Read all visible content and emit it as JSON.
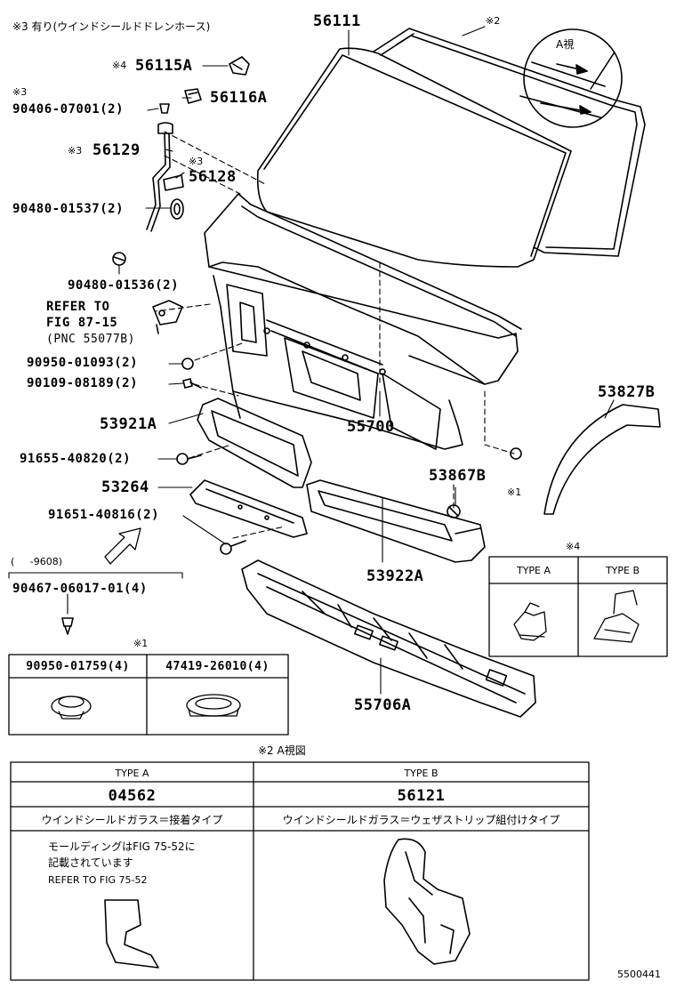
{
  "header_note": "※3 有り(ウインドシールドドレンホース)",
  "callouts": {
    "p56111": "56111",
    "note2": "※2",
    "view_a": "A視",
    "p56115A_mark": "※4",
    "p56115A": "56115A",
    "p56116A": "56116A",
    "p90406_mark": "※3",
    "p90406": "90406-07001(2)",
    "p56129_mark": "※3",
    "p56129": "56129",
    "p56128_mark": "※3",
    "p56128": "56128",
    "p90480a": "90480-01537(2)",
    "p90480b": "90480-01536(2)",
    "refer1": "REFER TO",
    "refer2": "FIG 87-15",
    "refer3": "(PNC 55077B)",
    "p90950": "90950-01093(2)",
    "p90109": "90109-08189(2)",
    "p53921A": "53921A",
    "p55700": "55700",
    "p91655": "91655-40820(2)",
    "p53264": "53264",
    "p91651": "91651-40816(2)",
    "date_range": "(     -9608)",
    "p90467": "90467-06017-01(4)",
    "p53827B": "53827B",
    "p53867B": "53867B",
    "note1_small": "※1",
    "p53922A": "53922A",
    "p55706A": "55706A",
    "note4": "※4",
    "note1": "※1"
  },
  "type_box": {
    "col_a": "TYPE A",
    "col_b": "TYPE B"
  },
  "grommet_box": {
    "left": "90950-01759(4)",
    "right": "47419-26010(4)"
  },
  "view_table": {
    "caption": "※2 A視図",
    "col_a": "TYPE A",
    "col_b": "TYPE B",
    "part_a": "04562",
    "part_b": "56121",
    "desc_a": "ウインドシールドガラス＝接着タイプ",
    "desc_b": "ウインドシールドガラス＝ウェザストリップ組付けタイプ",
    "note_a_line1": "モールディングはFIG 75-52に",
    "note_a_line2": "記載されています",
    "note_a_line3": "REFER TO FIG 75-52"
  },
  "footer_code": "5500441"
}
